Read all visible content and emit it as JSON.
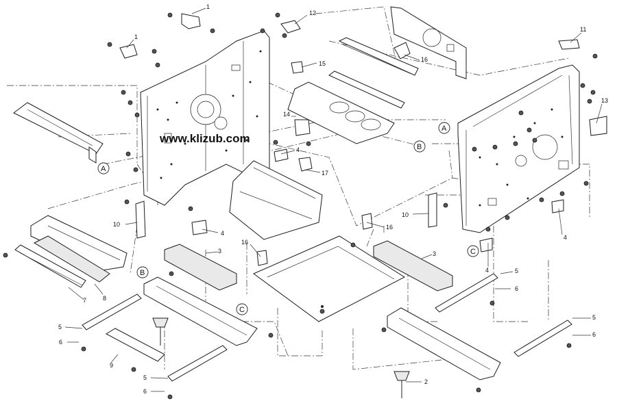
{
  "watermark": "www.klizub.com",
  "callouts": [
    "1",
    "1",
    "12",
    "15",
    "16",
    "11",
    "13",
    "14",
    "4",
    "4",
    "17",
    "10",
    "10",
    "4",
    "4",
    "3",
    "3",
    "16",
    "16",
    "5",
    "5",
    "5",
    "5",
    "6",
    "6",
    "6",
    "6",
    "7",
    "8",
    "9",
    "2"
  ],
  "reference_letters": [
    "A",
    "A",
    "B",
    "B",
    "C",
    "C"
  ]
}
